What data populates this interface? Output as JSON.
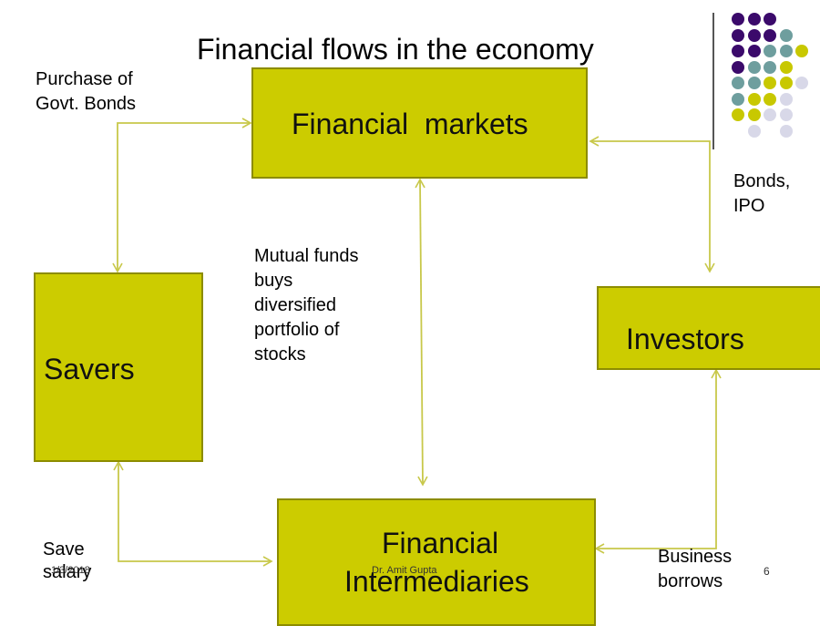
{
  "slide": {
    "title": "Financial flows in the economy",
    "page_number": "6",
    "footer_date": "1/3/2018",
    "footer_author": "Dr. Amit Gupta"
  },
  "colors": {
    "box_fill": "#cccc00",
    "box_border": "#8c8c00",
    "arrow": "#c8c84a",
    "dot_purple": "#3b0a6b",
    "dot_teal": "#6e9e9e",
    "dot_olive": "#c8c800",
    "dot_lavender": "#d8d8e8"
  },
  "nodes": {
    "financial_markets": "Financial  markets",
    "savers": "Savers",
    "investors": "Investors",
    "financial_intermediaries_line1": "Financial",
    "financial_intermediaries_line2": "Intermediaries"
  },
  "annotations": {
    "purchase_bonds_line1": "Purchase of",
    "purchase_bonds_line2": "Govt. Bonds",
    "bonds_ipo_line1": "Bonds,",
    "bonds_ipo_line2": "IPO",
    "mutual_funds": [
      "Mutual funds",
      "buys",
      "diversified",
      "portfolio of",
      "stocks"
    ],
    "save_salary_line1": "Save",
    "save_salary_line2": "salary",
    "business_borrows_line1": "Business",
    "business_borrows_line2": "borrows"
  },
  "edges": [
    {
      "from": "savers",
      "to": "financial_markets",
      "label": "Purchase of Govt. Bonds",
      "direction": "both"
    },
    {
      "from": "financial_markets",
      "to": "investors",
      "label": "Bonds, IPO",
      "direction": "both"
    },
    {
      "from": "financial_markets",
      "to": "financial_intermediaries",
      "label": "Mutual funds buys diversified portfolio of stocks",
      "direction": "both"
    },
    {
      "from": "savers",
      "to": "financial_intermediaries",
      "label": "Save salary",
      "direction": "both"
    },
    {
      "from": "financial_intermediaries",
      "to": "investors",
      "label": "Business borrows",
      "direction": "both"
    }
  ],
  "decoration": {
    "dot_grid": [
      [
        "purple",
        "purple",
        "purple",
        "",
        "",
        ""
      ],
      [
        "purple",
        "purple",
        "purple",
        "teal",
        "",
        ""
      ],
      [
        "purple",
        "purple",
        "teal",
        "teal",
        "olive",
        ""
      ],
      [
        "purple",
        "teal",
        "teal",
        "olive",
        "",
        ""
      ],
      [
        "teal",
        "teal",
        "olive",
        "olive",
        "lavender",
        ""
      ],
      [
        "teal",
        "olive",
        "olive",
        "lavender",
        "",
        ""
      ],
      [
        "olive",
        "olive",
        "lavender",
        "lavender",
        "",
        ""
      ],
      [
        "",
        "lavender",
        "",
        "lavender",
        "",
        ""
      ]
    ]
  }
}
